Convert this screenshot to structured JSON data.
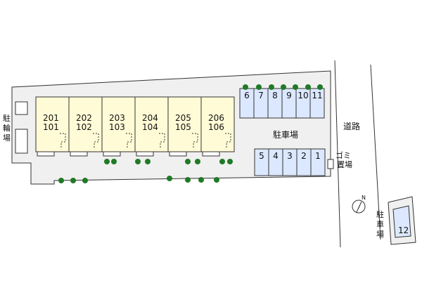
{
  "map": {
    "bicycle_parking_label": [
      "駐",
      "輪",
      "場"
    ],
    "parking_label": "駐車場",
    "road_label": "道路",
    "garbage_label": [
      "ゴ",
      "ミ",
      "置",
      "場"
    ],
    "remote_parking_label": [
      "駐",
      "車",
      "場"
    ],
    "units": [
      {
        "upper": "201",
        "lower": "101"
      },
      {
        "upper": "202",
        "lower": "102"
      },
      {
        "upper": "203",
        "lower": "103"
      },
      {
        "upper": "204",
        "lower": "104"
      },
      {
        "upper": "205",
        "lower": "105"
      },
      {
        "upper": "206",
        "lower": "106"
      }
    ],
    "parking_top": [
      "6",
      "7",
      "8",
      "9",
      "10",
      "11"
    ],
    "parking_bottom": [
      "5",
      "4",
      "3",
      "2",
      "1"
    ],
    "remote_slot": "12",
    "compass_letter": "N",
    "colors": {
      "lot": "#f0f0f0",
      "building": "#fffbd6",
      "parking": "#dbe8ff",
      "tree": "#1f7a25",
      "outline": "#333333"
    }
  }
}
